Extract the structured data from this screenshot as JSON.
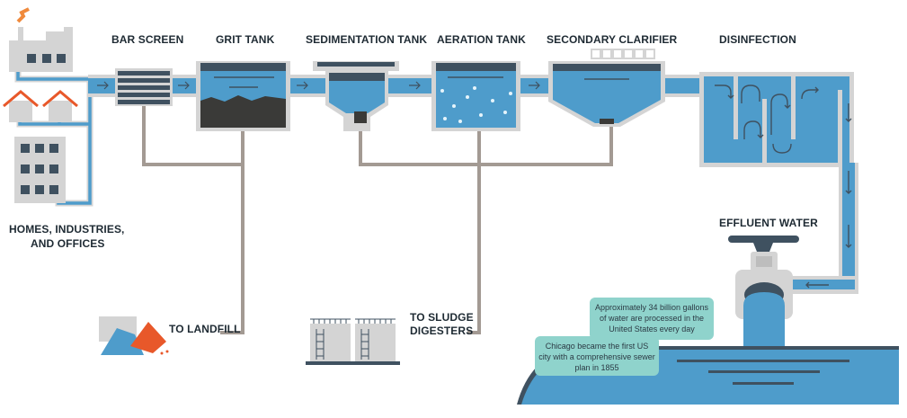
{
  "labels": {
    "source": "HOMES, INDUSTRIES,\nAND OFFICES",
    "source_line1": "HOMES, INDUSTRIES,",
    "source_line2": "AND OFFICES",
    "bar_screen": "BAR SCREEN",
    "grit_tank": "GRIT TANK",
    "sedimentation_tank": "SEDIMENTATION TANK",
    "aeration_tank": "AERATION TANK",
    "secondary_clarifier": "SECONDARY CLARIFIER",
    "disinfection": "DISINFECTION",
    "effluent_water": "EFFLUENT WATER",
    "to_landfill": "TO LANDFILL",
    "to_sludge_line1": "TO SLUDGE",
    "to_sludge_line2": "DIGESTERS"
  },
  "callouts": {
    "fact1": "Approximately 34 billion gallons of water are processed in the United States every day",
    "fact2": "Chicago became the first US city with a comprehensive sewer plan in 1855"
  },
  "colors": {
    "water": "#4e9ccb",
    "pipe_gray": "#d4d4d4",
    "sludge_line": "#a39a93",
    "dark": "#3f5160",
    "roof": "#e8582a",
    "smoke": "#f08a3c",
    "callout": "#8fd3cc"
  }
}
